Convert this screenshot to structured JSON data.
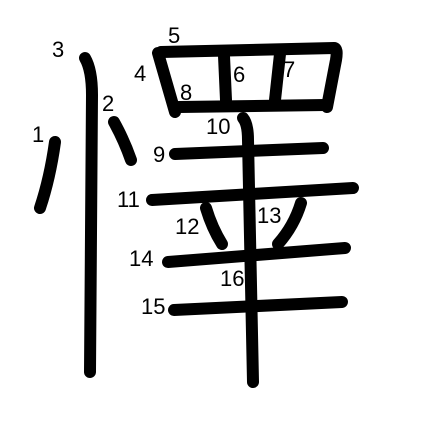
{
  "stroke_color": "#000000",
  "background_color": "#ffffff",
  "stroke_numbers": [
    "1",
    "2",
    "3",
    "4",
    "5",
    "6",
    "7",
    "8",
    "9",
    "10",
    "11",
    "12",
    "13",
    "14",
    "15",
    "16"
  ]
}
